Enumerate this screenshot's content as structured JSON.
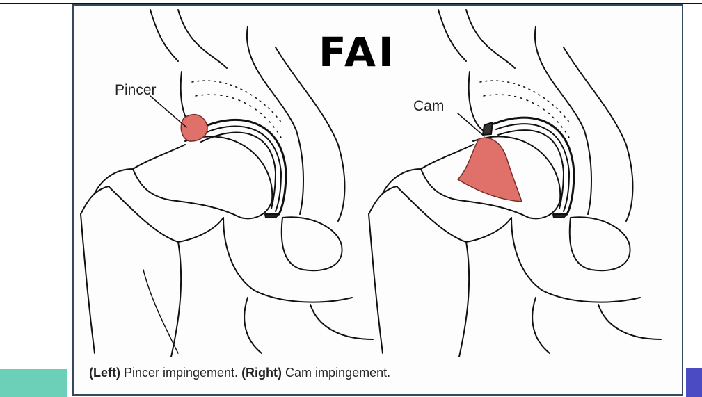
{
  "title": "FAI",
  "labels": {
    "left": "Pincer",
    "right": "Cam"
  },
  "caption": {
    "left_tag": "(Left)",
    "left_text": " Pincer impingement. ",
    "right_tag": "(Right)",
    "right_text": " Cam impingement."
  },
  "colors": {
    "lesion": "#e0706a",
    "teal_accent": "#6ccfb8",
    "purple_accent": "#4b4bc4",
    "frame_border": "#34495e"
  }
}
